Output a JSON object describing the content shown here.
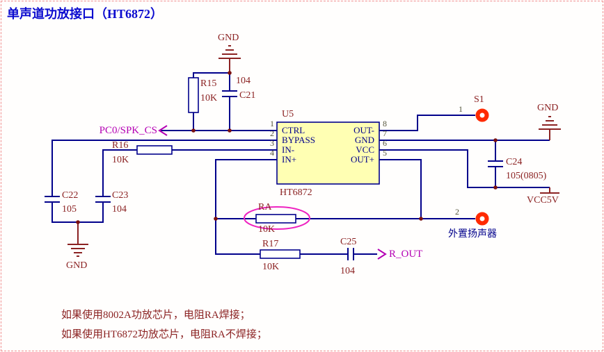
{
  "title": "单声道功放接口（HT6872）",
  "chip": {
    "designator": "U5",
    "part_number": "HT6872",
    "left_pins": [
      {
        "number": "1",
        "name": "CTRL"
      },
      {
        "number": "2",
        "name": "BYPASS"
      },
      {
        "number": "3",
        "name": "IN-"
      },
      {
        "number": "4",
        "name": "IN+"
      }
    ],
    "right_pins": [
      {
        "number": "8",
        "name": "OUT-"
      },
      {
        "number": "7",
        "name": "GND"
      },
      {
        "number": "6",
        "name": "VCC"
      },
      {
        "number": "5",
        "name": "OUT+"
      }
    ]
  },
  "components": {
    "r15": {
      "designator": "R15",
      "value": "10K"
    },
    "r16": {
      "designator": "R16",
      "value": "10K"
    },
    "r17": {
      "designator": "R17",
      "value": "10K"
    },
    "ra": {
      "designator": "RA",
      "value": "10K"
    },
    "c21": {
      "designator": "C21",
      "value": "104"
    },
    "c22": {
      "designator": "C22",
      "value": "105"
    },
    "c23": {
      "designator": "C23",
      "value": "104"
    },
    "c24": {
      "designator": "C24",
      "value": "105(0805)"
    },
    "c25": {
      "designator": "C25",
      "value": "104"
    },
    "s1": {
      "designator": "S1",
      "pin_number": "1"
    },
    "speaker": {
      "pin_number": "2",
      "label": "外置扬声器"
    }
  },
  "power": {
    "gnd_top": "GND",
    "gnd_left": "GND",
    "gnd_right": "GND",
    "vcc": "VCC5V"
  },
  "net_labels": {
    "spk_cs": "PC0/SPK_CS",
    "r_out": "R_OUT"
  },
  "notes": [
    "如果使用8002A功放芯片，电阻RA焊接；",
    "如果使用HT6872功放芯片，电阻RA不焊接；"
  ],
  "colors": {
    "wire": "#00008b",
    "component_label": "#8b2222",
    "net_label": "#b400b4",
    "title": "#0b0bcf",
    "highlight_ellipse": "#ee22c0",
    "pad": "#ff2a00",
    "ic_fill": "#ffffb3"
  }
}
